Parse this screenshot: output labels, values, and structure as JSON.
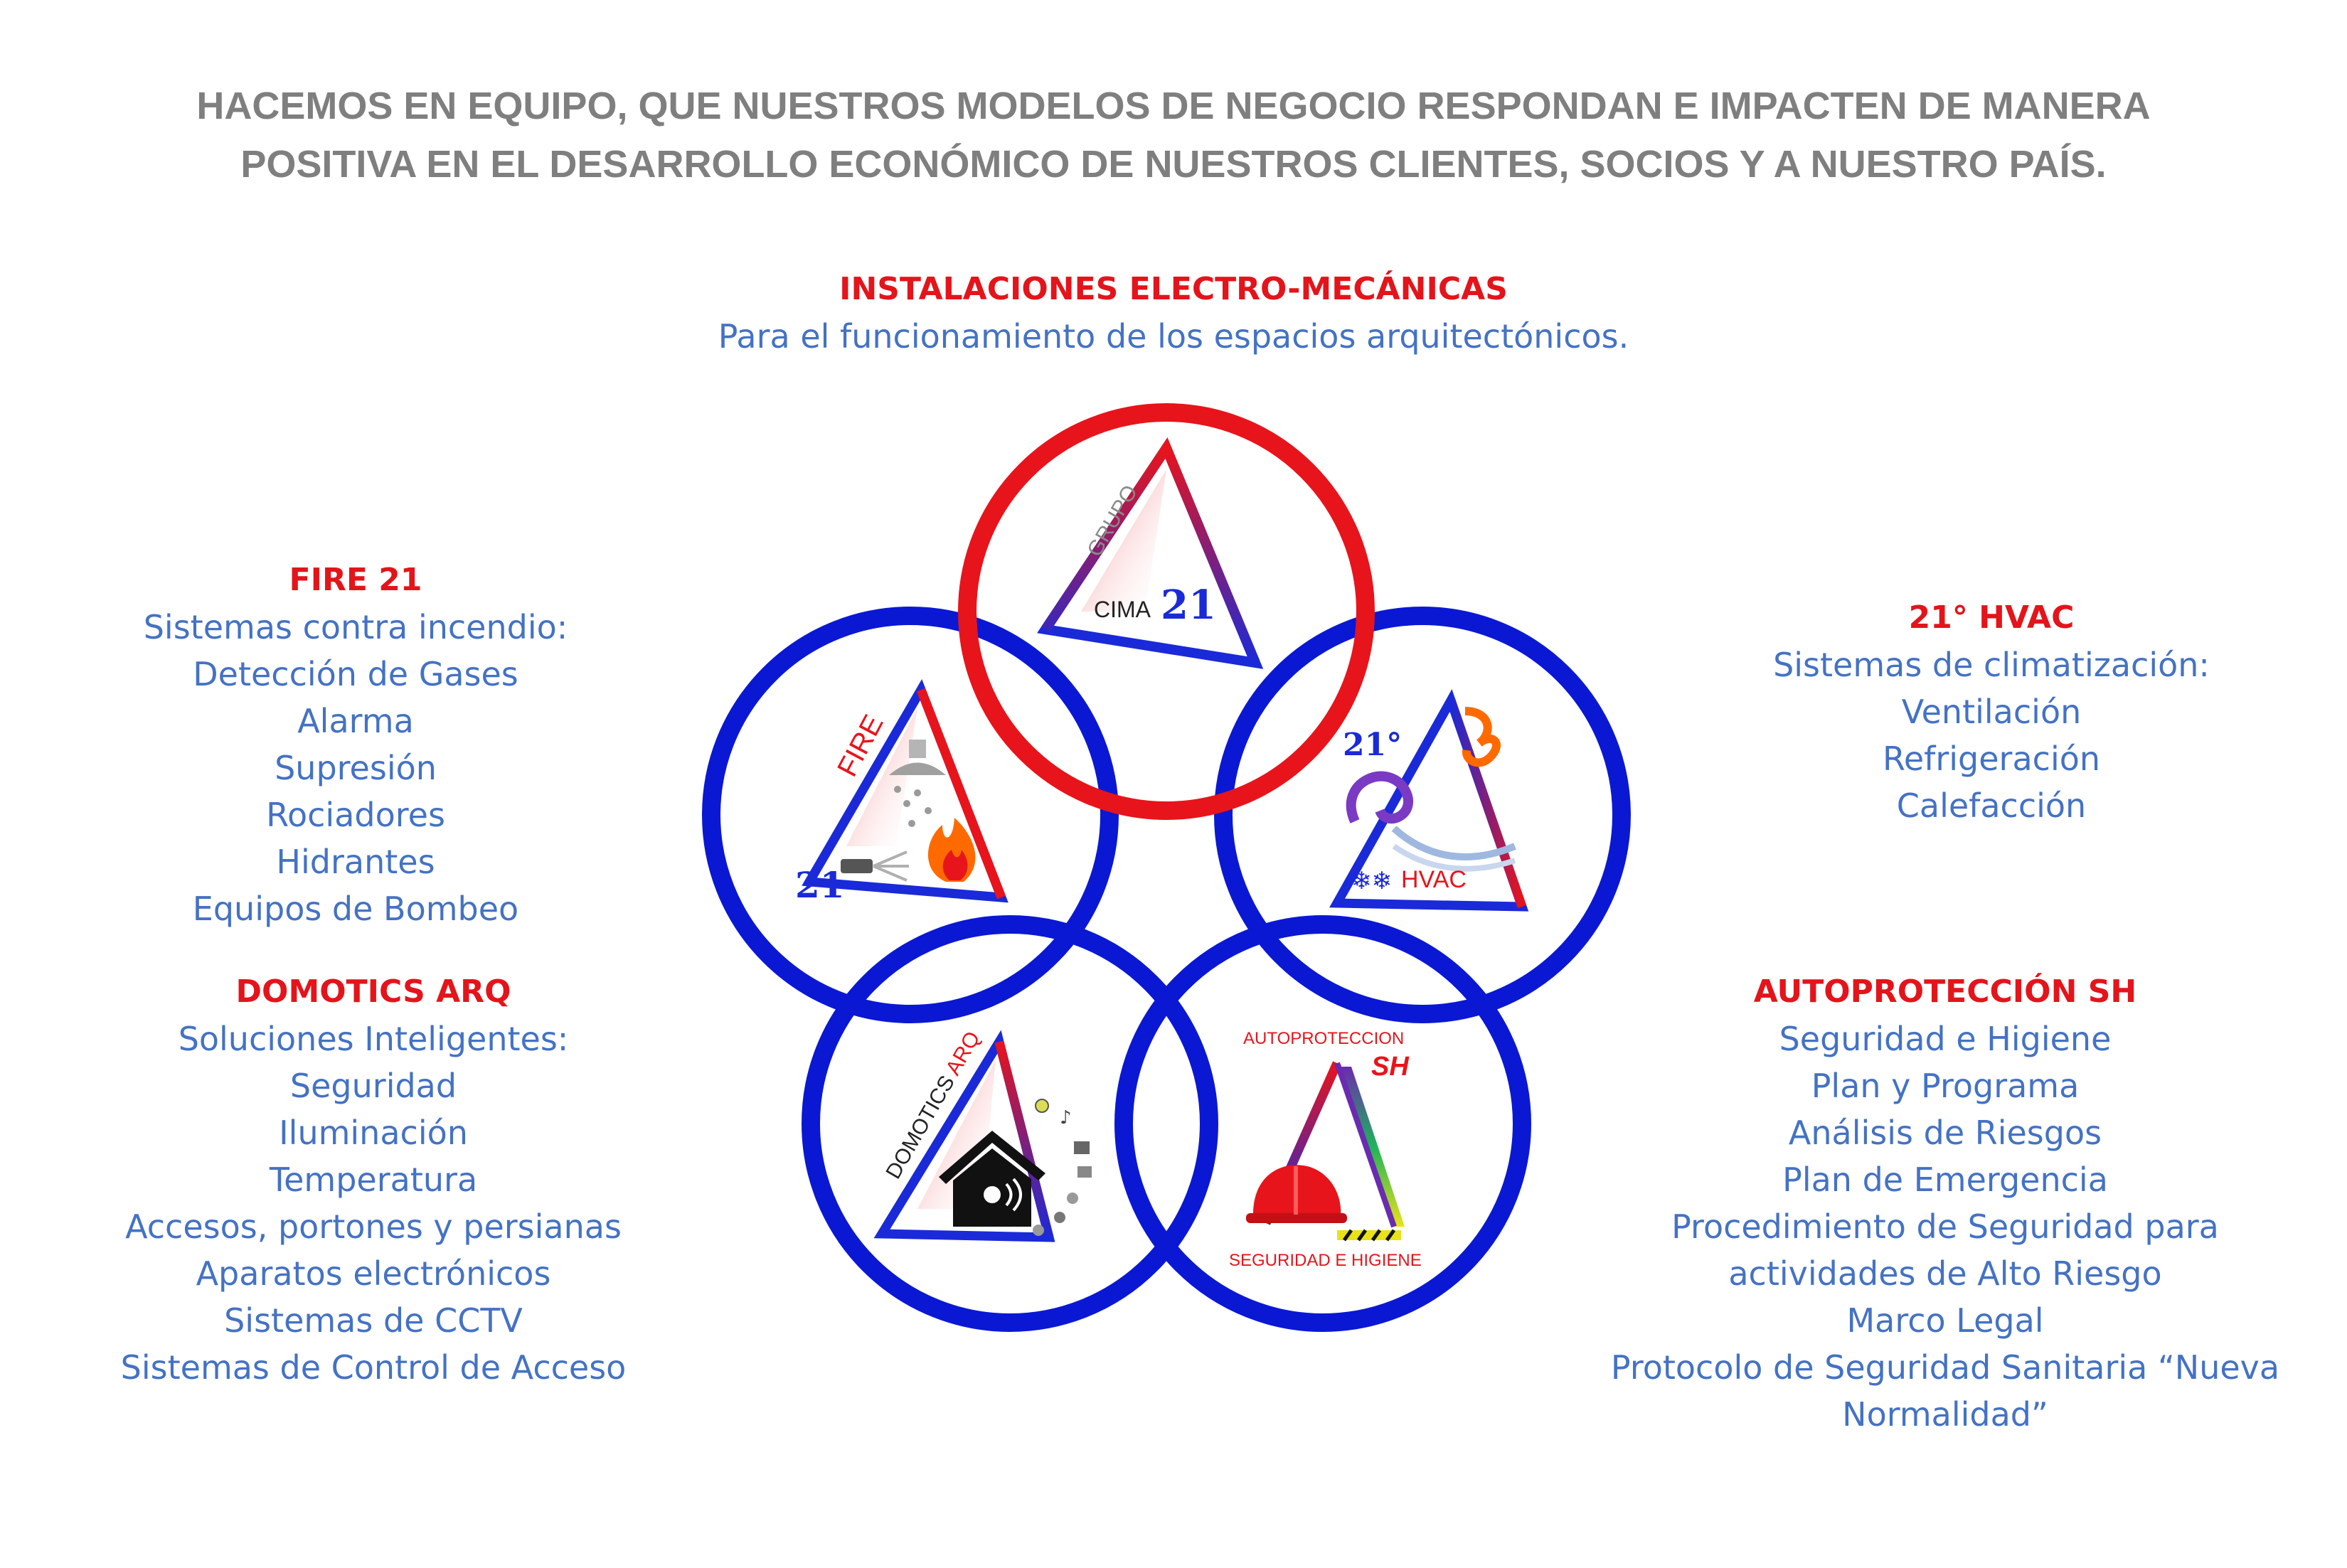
{
  "headline": {
    "line1": "HACEMOS EN EQUIPO, QUE NUESTROS MODELOS DE NEGOCIO RESPONDAN E IMPACTEN DE MANERA",
    "line2": "POSITIVA EN EL DESARROLLO ECONÓMICO DE NUESTROS CLIENTES, SOCIOS Y A NUESTRO PAÍS."
  },
  "top_block": {
    "title": "INSTALACIONES ELECTRO-MECÁNICAS",
    "subtitle": "Para el funcionamiento de los espacios arquitectónicos."
  },
  "fire_block": {
    "title": "FIRE 21",
    "lines": [
      "Sistemas contra incendio:",
      "Detección de Gases",
      "Alarma",
      "Supresión",
      "Rociadores",
      "Hidrantes",
      "Equipos de Bombeo"
    ]
  },
  "domotics_block": {
    "title": "DOMOTICS ARQ",
    "lines": [
      "Soluciones Inteligentes:",
      "Seguridad",
      "Iluminación",
      "Temperatura",
      "Accesos, portones y persianas",
      "Aparatos electrónicos",
      "Sistemas de CCTV",
      "Sistemas de Control de Acceso"
    ]
  },
  "hvac_block": {
    "title": "21° HVAC",
    "lines": [
      "Sistemas de climatización:",
      "Ventilación",
      "Refrigeración",
      "Calefacción"
    ]
  },
  "sh_block": {
    "title": "AUTOPROTECCIÓN SH",
    "lines": [
      "Seguridad e Higiene",
      "Plan y Programa",
      "Análisis de Riesgos",
      "Plan de Emergencia",
      "Procedimiento de Seguridad para",
      "actividades de Alto Riesgo",
      "Marco Legal",
      "Protocolo de Seguridad Sanitaria “Nueva",
      "Normalidad”"
    ]
  },
  "logos": {
    "cima": {
      "word_grupo": "GRUPO",
      "word_cima": "CIMA",
      "number": "21"
    },
    "fire": {
      "word": "FIRE",
      "number": "21"
    },
    "hvac": {
      "degree": "21°",
      "word": "HVAC"
    },
    "domotics": {
      "word1": "DOMOTICS",
      "word2": "ARQ"
    },
    "sh": {
      "top": "AUTOPROTECCION",
      "mark": "SH",
      "bottom": "SEGURIDAD E HIGIENE"
    }
  },
  "colors": {
    "red_ring": "#e8141b",
    "blue_ring": "#0a18d4",
    "title_red": "#e4141b",
    "body_blue": "#4472c4",
    "headline_gray": "#7f7f7f"
  }
}
